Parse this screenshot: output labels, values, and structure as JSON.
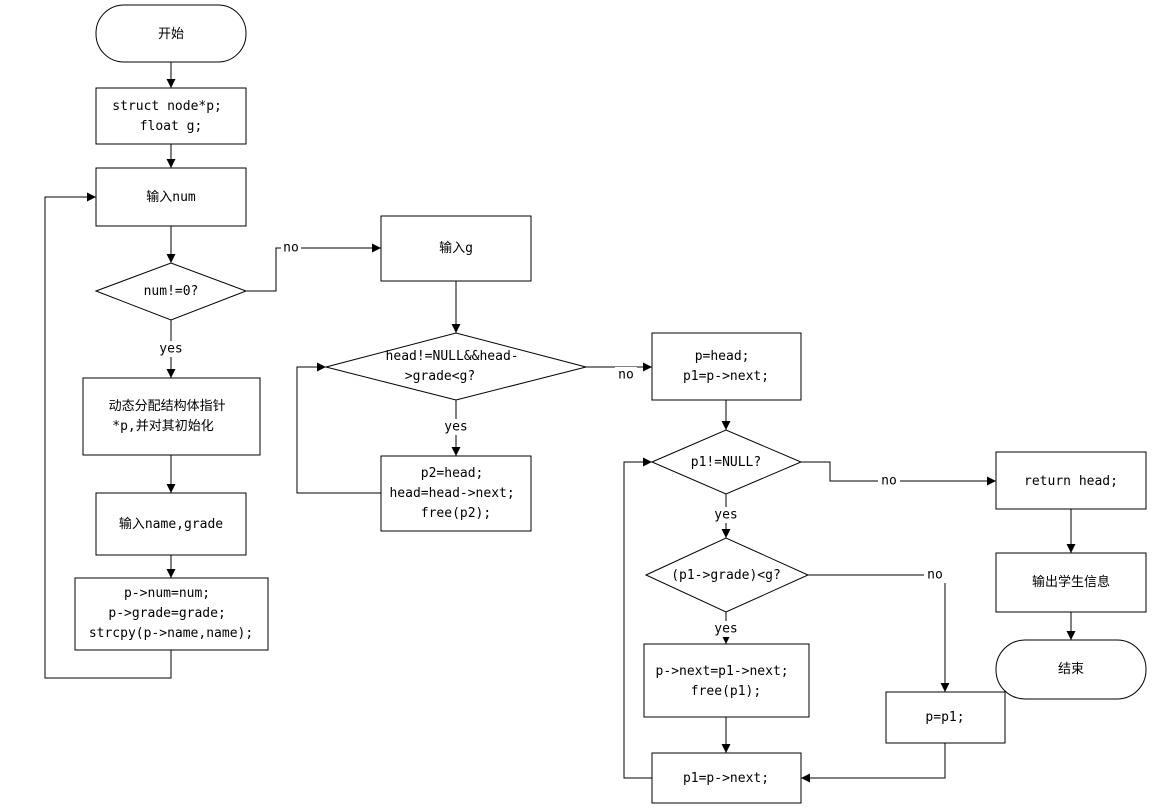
{
  "nodes": {
    "start": {
      "lines": [
        "开始"
      ]
    },
    "decl": {
      "lines": [
        "struct node*p;",
        "float g;"
      ]
    },
    "input_num": {
      "lines": [
        "输入num"
      ]
    },
    "cond_num": {
      "lines": [
        "num!=0?"
      ]
    },
    "alloc": {
      "lines": [
        "动态分配结构体指针",
        "*p,并对其初始化"
      ]
    },
    "input_name_grade": {
      "lines": [
        "输入name,grade"
      ]
    },
    "assign_fields": {
      "lines": [
        "p->num=num;",
        "p->grade=grade;",
        "strcpy(p->name,name);"
      ]
    },
    "input_g": {
      "lines": [
        "输入g"
      ]
    },
    "cond_head": {
      "lines": [
        "head!=NULL&&head-",
        ">grade<g?"
      ]
    },
    "free_head": {
      "lines": [
        "p2=head;",
        "head=head->next;",
        "free(p2);"
      ]
    },
    "p_head": {
      "lines": [
        "p=head;",
        "p1=p->next;"
      ]
    },
    "cond_p1": {
      "lines": [
        "p1!=NULL?"
      ]
    },
    "cond_grade": {
      "lines": [
        "(p1->grade)<g?"
      ]
    },
    "unlink": {
      "lines": [
        "p->next=p1->next;",
        "free(p1);"
      ]
    },
    "advance": {
      "lines": [
        "p1=p->next;"
      ]
    },
    "p_eq_p1": {
      "lines": [
        "p=p1;"
      ]
    },
    "return_head": {
      "lines": [
        "return head;"
      ]
    },
    "output": {
      "lines": [
        "输出学生信息"
      ]
    },
    "end": {
      "lines": [
        "结束"
      ]
    }
  },
  "labels": {
    "yes": "yes",
    "no": "no"
  }
}
